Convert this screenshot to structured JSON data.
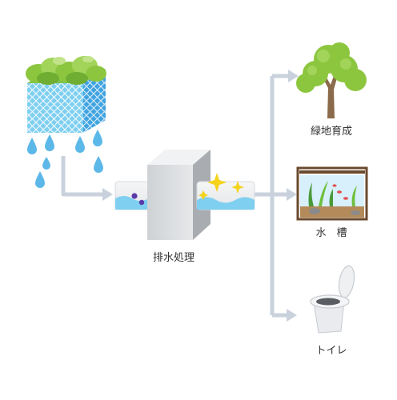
{
  "labels": {
    "greening": "緑地育成",
    "aquarium": "水　槽",
    "toilet": "トイレ",
    "treatment": "排水処理"
  },
  "colors": {
    "arrow": "#c9d2dc",
    "water": "#7ecff0",
    "drop": "#5cb8e8",
    "leaf": "#8cc63f",
    "tank_wall": "#b5b8bc",
    "tree_trunk": "#8a6a4a",
    "aquarium_frame": "#6b4a2e"
  },
  "icons": {
    "source": "green-roof-block-icon",
    "drops": "water-drop-icon",
    "treatment": "treatment-tank-icon",
    "tree": "tree-icon",
    "aquarium": "aquarium-icon",
    "toilet": "toilet-icon",
    "sparkle": "sparkle-icon"
  }
}
